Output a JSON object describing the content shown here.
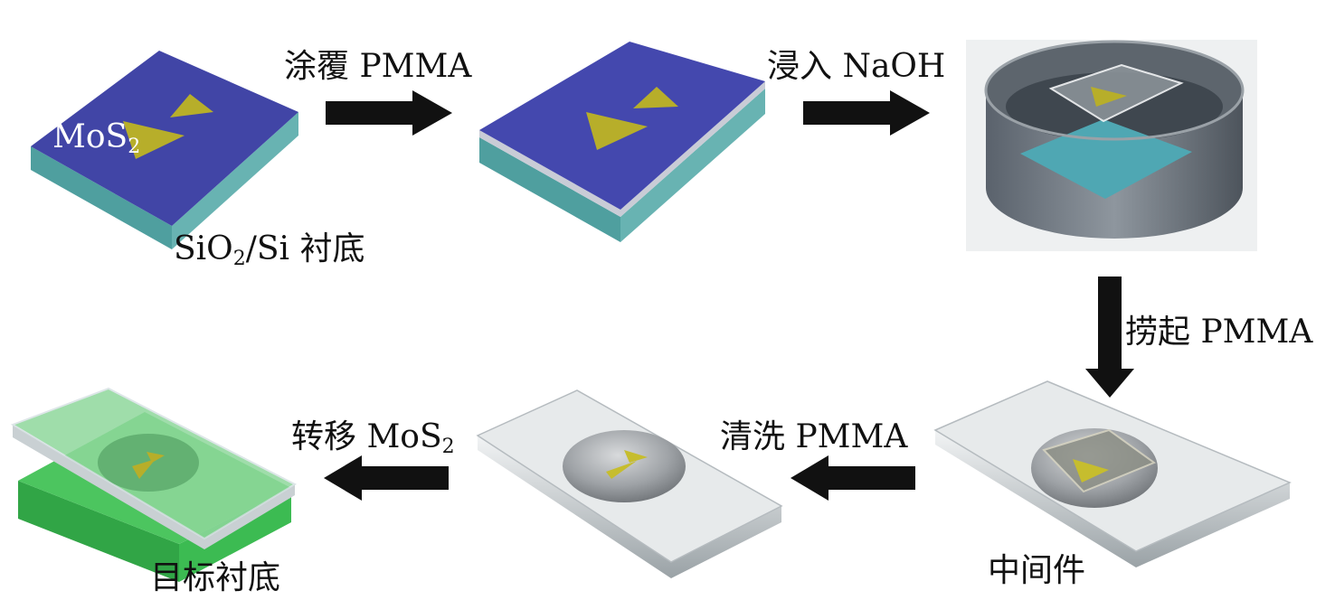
{
  "steps": {
    "coat": "涂覆 PMMA",
    "immerse": "浸入 NaOH",
    "scoop": "捞起 PMMA",
    "clean": "清洗 PMMA",
    "transfer_prefix": "转移 MoS",
    "transfer_sub": "2"
  },
  "labels": {
    "mos2_prefix": "MoS",
    "mos2_sub": "2",
    "substrate_a": "SiO",
    "substrate_sub": "2",
    "substrate_b": "/Si 衬底",
    "intermediate": "中间件",
    "target": "目标衬底"
  },
  "colors": {
    "substrate_top": "#4145a6",
    "substrate_side": "#5aa9a8",
    "flake": "#b7ae2a",
    "arrow": "#111111",
    "target_green": "#3cbb52",
    "glass": "#e4e8ea"
  }
}
